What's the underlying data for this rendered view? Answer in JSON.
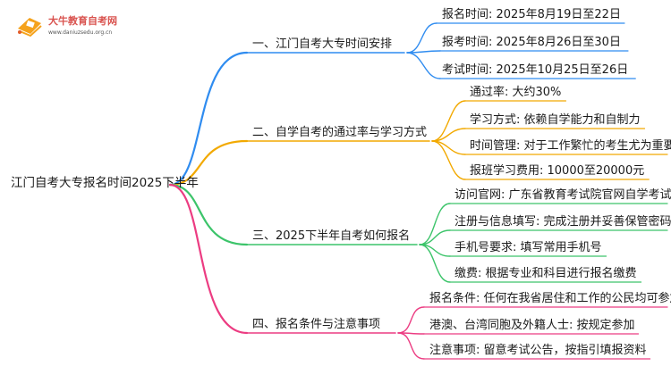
{
  "brand": {
    "name": "大牛教育自考网",
    "url": "www.daniuzsedu.org.cn"
  },
  "colors": {
    "branch1": "#2f8cf0",
    "branch2": "#f2a900",
    "branch3": "#3cc46a",
    "branch4": "#ec3c82",
    "logo_accent": "#f5a21b"
  },
  "root": "江门自考大专报名时间2025下半年",
  "branches": [
    {
      "label": "一、江门自考大专时间安排",
      "items": [
        "报名时间: 2025年8月19日至22日",
        "报考时间: 2025年8月26日至30日",
        "考试时间: 2025年10月25日至26日"
      ]
    },
    {
      "label": "二、自学自考的通过率与学习方式",
      "items": [
        "通过率: 大约30%",
        "学习方式: 依赖自学能力和自制力",
        "时间管理: 对于工作繁忙的考生尤为重要",
        "报班学习费用: 10000至20000元"
      ]
    },
    {
      "label": "三、2025下半年自考如何报名",
      "items": [
        "访问官网: 广东省教育考试院官网自学考试栏目",
        "注册与信息填写: 完成注册并妥善保管密码",
        "手机号要求: 填写常用手机号",
        "缴费: 根据专业和科目进行报名缴费"
      ]
    },
    {
      "label": "四、报名条件与注意事项",
      "items": [
        "报名条件: 任何在我省居住和工作的公民均可参加",
        "港澳、台湾同胞及外籍人士: 按规定参加",
        "注意事项: 留意考试公告，按指引填报资料"
      ]
    }
  ]
}
